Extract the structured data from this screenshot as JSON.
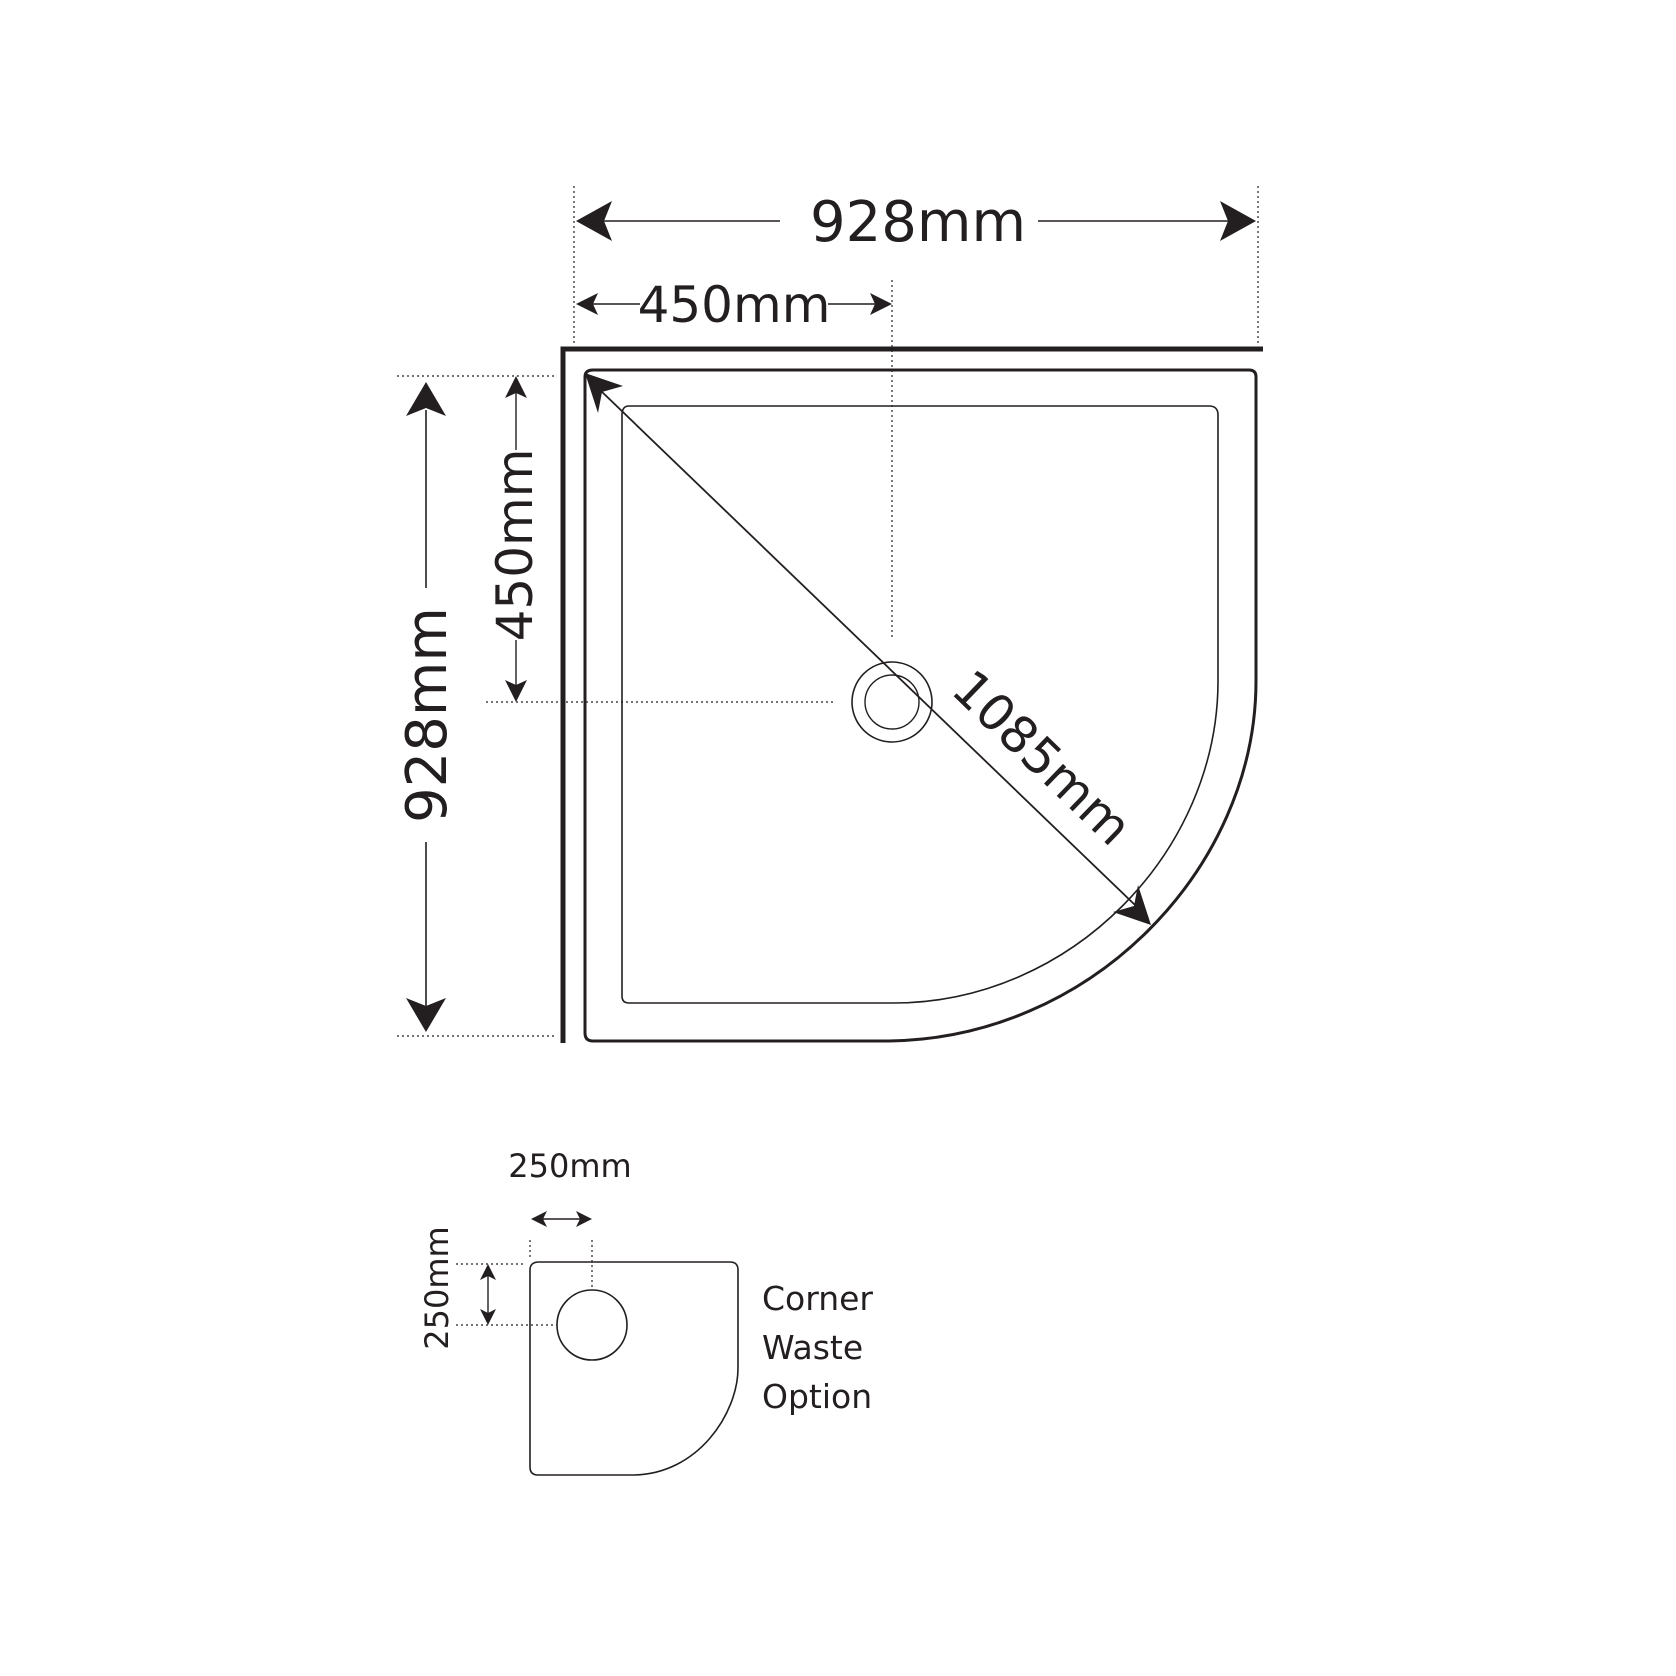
{
  "main_tray": {
    "overall_width_label": "928mm",
    "waste_offset_x_label": "450mm",
    "overall_depth_label": "928mm",
    "waste_offset_y_label": "450mm",
    "diagonal_label": "1085mm"
  },
  "corner_waste_option": {
    "offset_x_label": "250mm",
    "offset_y_label": "250mm",
    "caption": [
      "Corner",
      "Waste",
      "Option"
    ]
  },
  "colors": {
    "ink": "#231f20",
    "background": "#ffffff"
  }
}
